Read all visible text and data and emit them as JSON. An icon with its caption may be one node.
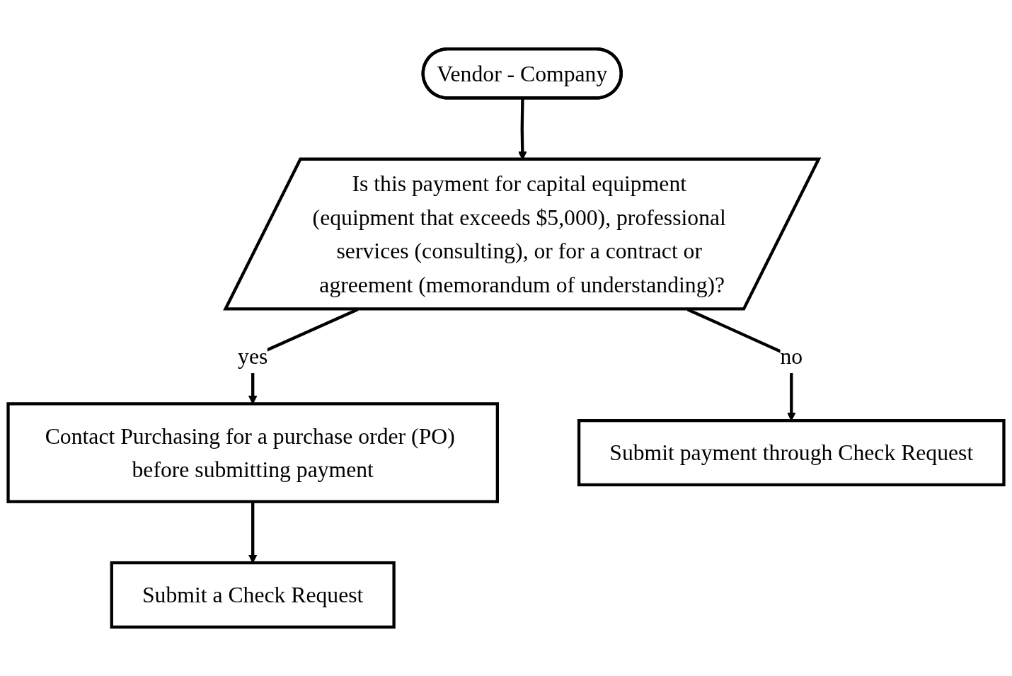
{
  "diagram": {
    "nodes": [
      {
        "text": [
          "Vendor - Company"
        ]
      },
      {
        "text": [
          "Is this payment for capital equipment (equipment that exceeds $5,000), professional services (consulting), or for a contract or agreement (memorandum of understanding)?"
        ]
      },
      {
        "text": [
          "Contact Purchasing for a purchase order (PO) before submitting payment"
        ]
      },
      {
        "text": [
          "Submit payment through Check Request"
        ]
      },
      {
        "text": [
          "Submit a Check Request"
        ]
      }
    ],
    "edges": [
      {
        "from": 0,
        "to": 1,
        "arrow": "to"
      },
      {
        "from": 1,
        "to": 2,
        "arrow": "to",
        "label": "yes"
      },
      {
        "from": 1,
        "to": 3,
        "arrow": "to",
        "label": "no"
      },
      {
        "from": 2,
        "to": 4,
        "arrow": "to"
      }
    ]
  }
}
